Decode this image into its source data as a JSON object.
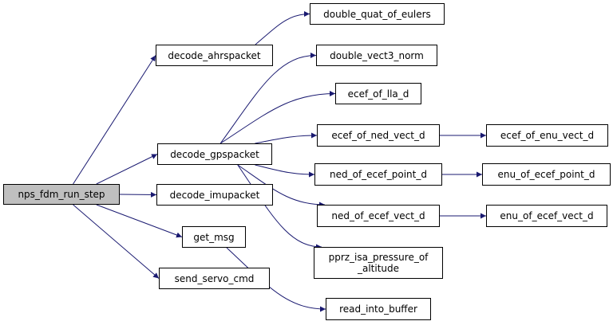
{
  "graph": {
    "edge_color": "#191970",
    "root_fill": "#bfbfbf",
    "nodes": {
      "nps_fdm_run_step": "nps_fdm_run_step",
      "decode_ahrspacket": "decode_ahrspacket",
      "double_quat_of_eulers": "double_quat_of_eulers",
      "decode_gpspacket": "decode_gpspacket",
      "double_vect3_norm": "double_vect3_norm",
      "ecef_of_lla_d": "ecef_of_lla_d",
      "ecef_of_ned_vect_d": "ecef_of_ned_vect_d",
      "ecef_of_enu_vect_d": "ecef_of_enu_vect_d",
      "ned_of_ecef_point_d": "ned_of_ecef_point_d",
      "enu_of_ecef_point_d": "enu_of_ecef_point_d",
      "ned_of_ecef_vect_d": "ned_of_ecef_vect_d",
      "enu_of_ecef_vect_d": "enu_of_ecef_vect_d",
      "pprz_isa_pressure_of_altitude": "pprz_isa_pressure_of\n_altitude",
      "decode_imupacket": "decode_imupacket",
      "get_msg": "get_msg",
      "send_servo_cmd": "send_servo_cmd",
      "read_into_buffer": "read_into_buffer"
    },
    "edges": [
      [
        "nps_fdm_run_step",
        "decode_ahrspacket"
      ],
      [
        "nps_fdm_run_step",
        "decode_gpspacket"
      ],
      [
        "nps_fdm_run_step",
        "decode_imupacket"
      ],
      [
        "nps_fdm_run_step",
        "get_msg"
      ],
      [
        "nps_fdm_run_step",
        "send_servo_cmd"
      ],
      [
        "decode_ahrspacket",
        "double_quat_of_eulers"
      ],
      [
        "decode_gpspacket",
        "double_vect3_norm"
      ],
      [
        "decode_gpspacket",
        "ecef_of_lla_d"
      ],
      [
        "decode_gpspacket",
        "ecef_of_ned_vect_d"
      ],
      [
        "decode_gpspacket",
        "ned_of_ecef_point_d"
      ],
      [
        "decode_gpspacket",
        "ned_of_ecef_vect_d"
      ],
      [
        "decode_gpspacket",
        "pprz_isa_pressure_of_altitude"
      ],
      [
        "ecef_of_ned_vect_d",
        "ecef_of_enu_vect_d"
      ],
      [
        "ned_of_ecef_point_d",
        "enu_of_ecef_point_d"
      ],
      [
        "ned_of_ecef_vect_d",
        "enu_of_ecef_vect_d"
      ],
      [
        "get_msg",
        "read_into_buffer"
      ]
    ]
  }
}
